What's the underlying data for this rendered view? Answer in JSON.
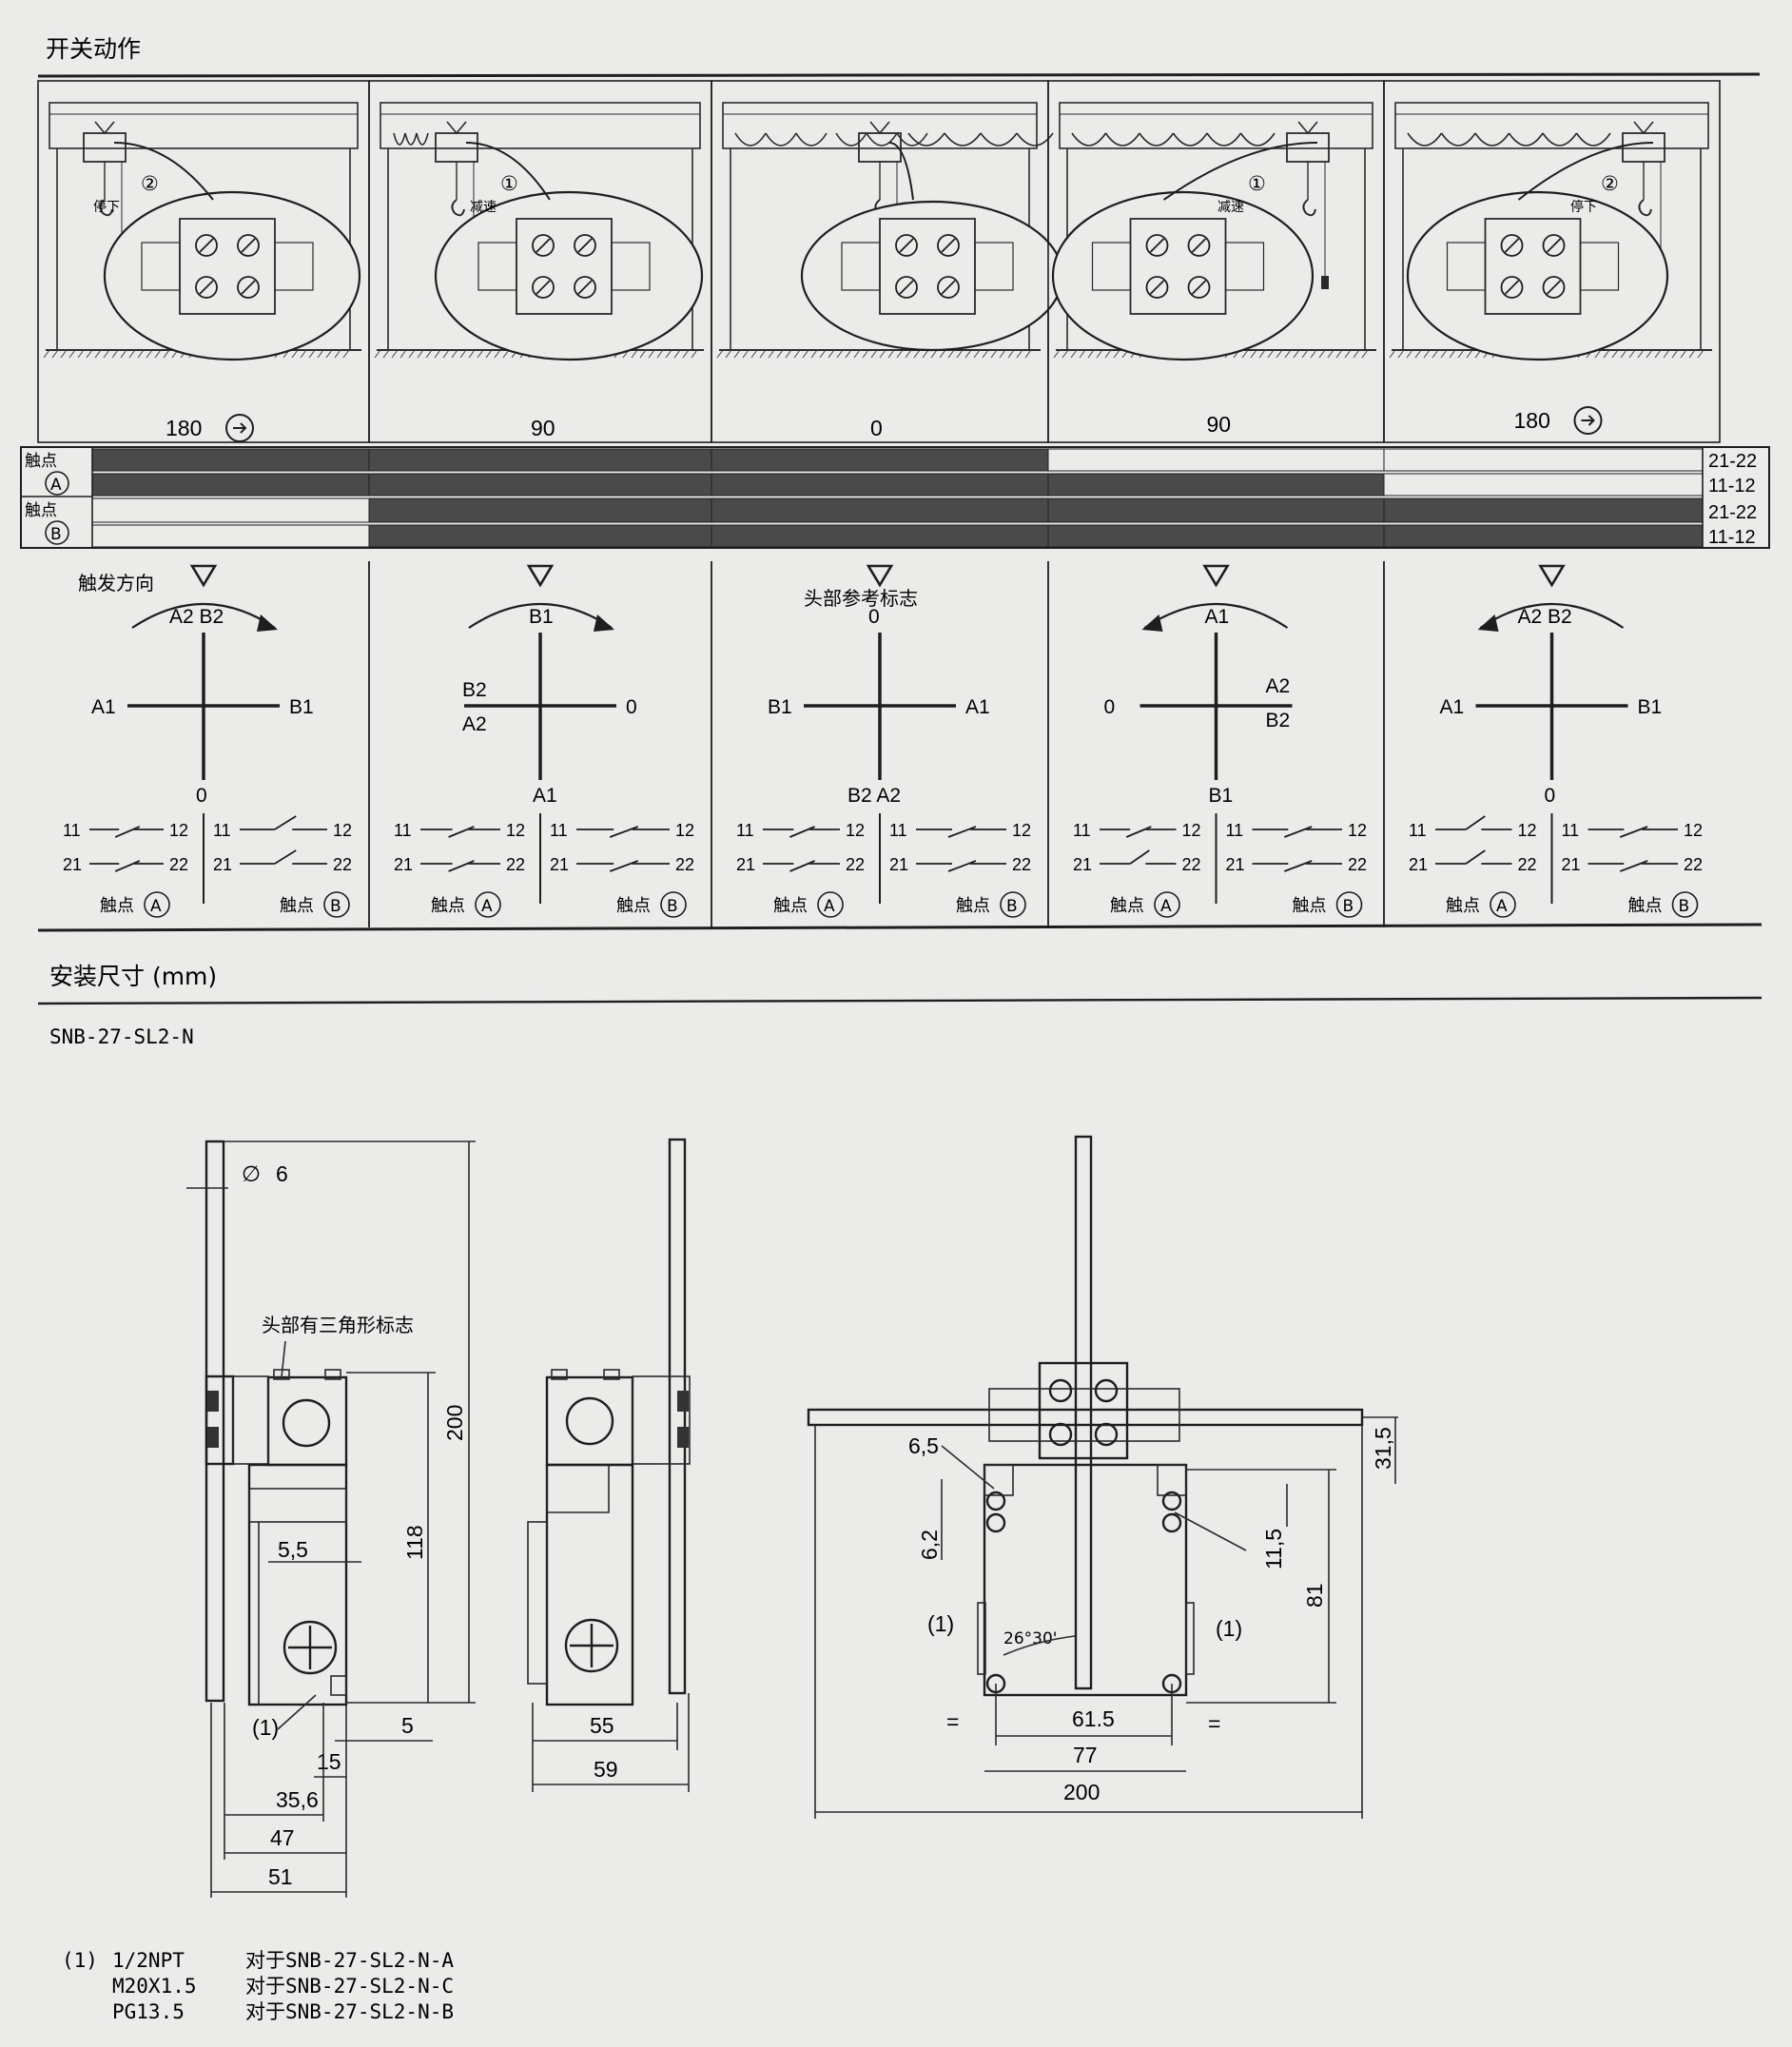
{
  "sections": {
    "switch_action_title": "开关动作",
    "mounting_title": "安装尺寸 (mm)"
  },
  "model": "SNB-27-SL2-N",
  "panels": [
    {
      "angle": "180",
      "arrow": true,
      "call_num": "②",
      "call_text": "停下",
      "pos_top": "A2 B2",
      "pos_left": "A1",
      "pos_right": "B1",
      "pos_bottom": "0",
      "dir": "right",
      "extra_label": "触发方向"
    },
    {
      "angle": "90",
      "arrow": false,
      "call_num": "①",
      "call_text": "减速",
      "pos_top": "B1",
      "pos_left": "B2|A2",
      "pos_right": "0",
      "pos_bottom": "A1",
      "dir": "right",
      "extra_label": ""
    },
    {
      "angle": "0",
      "arrow": false,
      "call_num": "",
      "call_text": "",
      "pos_top": "0",
      "pos_left": "B1",
      "pos_right": "A1",
      "pos_bottom": "B2  A2",
      "dir": "none",
      "extra_label": "头部参考标志"
    },
    {
      "angle": "90",
      "arrow": false,
      "call_num": "①",
      "call_text": "减速",
      "pos_top": "A1",
      "pos_left": "0",
      "pos_right": "A2|B2",
      "pos_bottom": "B1",
      "dir": "left",
      "extra_label": ""
    },
    {
      "angle": "180",
      "arrow": true,
      "call_num": "②",
      "call_text": "停下",
      "pos_top": "A2 B2",
      "pos_left": "A1",
      "pos_right": "B1",
      "pos_bottom": "0",
      "dir": "left",
      "extra_label": ""
    }
  ],
  "contact_table": {
    "group_label": "触点",
    "group_a": "A",
    "group_b": "B",
    "row_labels": [
      "21-22",
      "11-12",
      "21-22",
      "11-12"
    ],
    "states": [
      [
        1,
        1,
        1,
        0,
        0
      ],
      [
        1,
        1,
        1,
        1,
        0
      ],
      [
        0,
        1,
        1,
        1,
        1
      ],
      [
        0,
        1,
        1,
        1,
        1
      ]
    ]
  },
  "schematic": {
    "n11": "11",
    "n12": "12",
    "n21": "21",
    "n22": "22",
    "contact_a": "触点",
    "contact_b": "触点",
    "circ_a": "A",
    "circ_b": "B"
  },
  "drawing": {
    "note_head": "头部有三角形标志",
    "d_rod": "6",
    "d200": "200",
    "d118": "118",
    "d5_5": "5,5",
    "d5": "5",
    "d15": "15",
    "d35_6": "35,6",
    "d47": "47",
    "d51": "51",
    "m1": "(1)",
    "d55": "55",
    "d59": "59",
    "d6_5": "6,5",
    "d6_2": "6,2",
    "d26": "26°30'",
    "d31_5": "31,5",
    "d11_5": "11,5",
    "d81": "81",
    "d61_5": "61.5",
    "d77": "77",
    "d200b": "200",
    "eq": "="
  },
  "footnotes": [
    {
      "ref": "(1)",
      "thread": "1/2NPT",
      "pre": "对于",
      "model": "SNB-27-SL2-N-A"
    },
    {
      "ref": "",
      "thread": "M20X1.5",
      "pre": "对于",
      "model": "SNB-27-SL2-N-C"
    },
    {
      "ref": "",
      "thread": "PG13.5",
      "pre": "对于",
      "model": "SNB-27-SL2-N-B"
    }
  ],
  "colors": {
    "fill": "#4a4a4a",
    "ink": "#1e1e1e",
    "paper": "#ebebea"
  }
}
